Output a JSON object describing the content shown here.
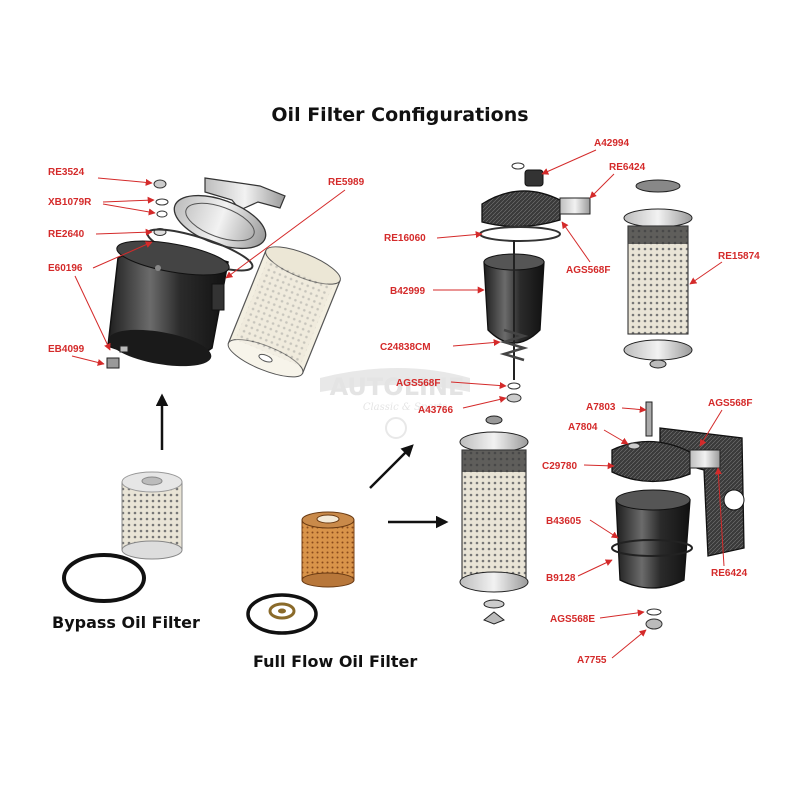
{
  "title": "Oil Filter Configurations",
  "captions": {
    "bypass": "Bypass Oil Filter",
    "full_flow": "Full Flow Oil Filter"
  },
  "watermark": {
    "brand": "AUTOLINE",
    "tagline": "Classic & Sports"
  },
  "colors": {
    "part_label": "#d42a2a",
    "arrow": "#111111",
    "title": "#111111"
  },
  "bypass_parts": {
    "re3524": "RE3524",
    "xb1079r": "XB1079R",
    "re2640": "RE2640",
    "e60196": "E60196",
    "eb4099": "EB4099",
    "re5989": "RE5989"
  },
  "fullflow_top_parts": {
    "a42994": "A42994",
    "re6424": "RE6424",
    "re16060": "RE16060",
    "ags568f": "AGS568F",
    "re15874": "RE15874",
    "b42999": "B42999",
    "c24838cm": "C24838CM",
    "ags568f_lower": "AGS568F",
    "a43766": "A43766"
  },
  "fullflow_bottom_parts": {
    "a7803": "A7803",
    "ags568f": "AGS568F",
    "a7804": "A7804",
    "c29780": "C29780",
    "b43605": "B43605",
    "re6424": "RE6424",
    "b9128": "B9128",
    "ags568e": "AGS568E",
    "a7755": "A7755"
  }
}
